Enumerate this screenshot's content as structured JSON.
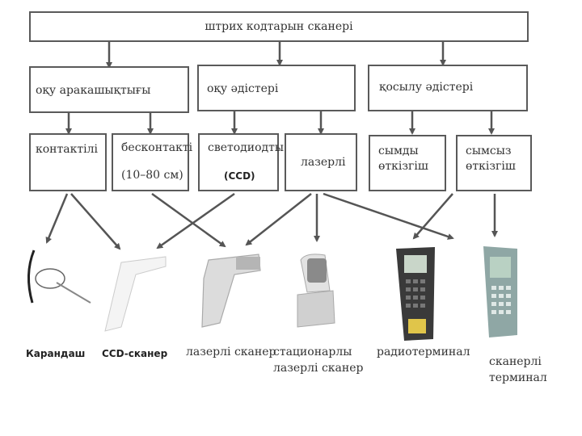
{
  "diagram": {
    "root": "штрих кодтарын сканері",
    "categories": [
      "оқу аракашықтығы",
      "оқу әдістері",
      "қосылу әдістері"
    ],
    "types": {
      "contact": "контактілі",
      "noncontact": "бесконтакті",
      "noncontact_range": "(10–80 см)",
      "light": "светодиодты",
      "light_sub": "(CCD)",
      "laser": "лазерлі",
      "wired": [
        "сымды",
        "өткізгіш"
      ],
      "wireless": [
        "сымсыз",
        "өткізгіш"
      ]
    },
    "devices": {
      "pen": "Карандаш",
      "ccd": "CCD-сканер",
      "laser_scanner": "лазерлі сканер",
      "stationary": [
        "стационарлы",
        "лазерлі сканер"
      ],
      "radio": "радиотерминал",
      "terminal": [
        "сканерлі",
        "терминал"
      ]
    }
  }
}
